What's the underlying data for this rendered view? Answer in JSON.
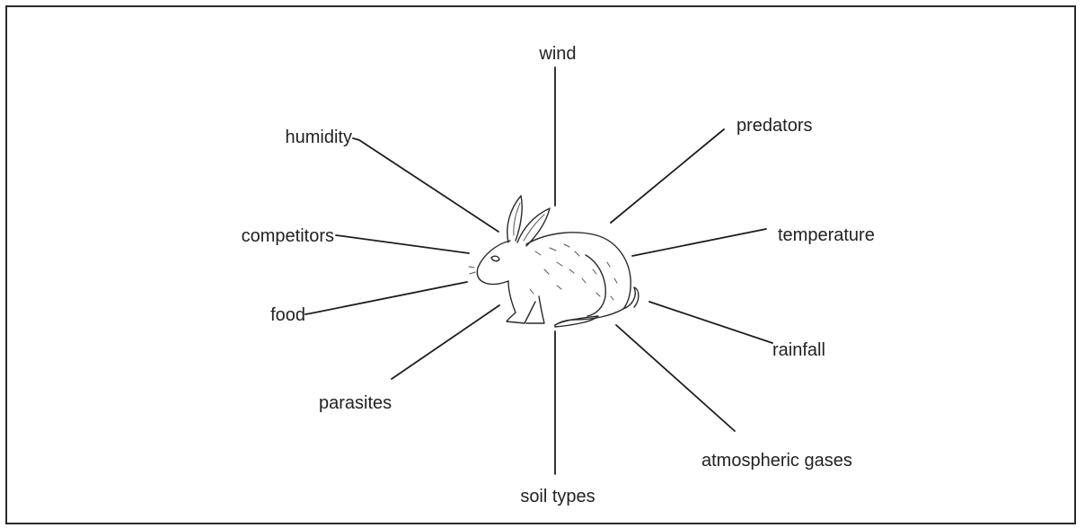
{
  "diagram": {
    "center_subject_icon": "rabbit-icon",
    "factors": [
      {
        "id": "wind",
        "label": "wind"
      },
      {
        "id": "predators",
        "label": "predators"
      },
      {
        "id": "temperature",
        "label": "temperature"
      },
      {
        "id": "rainfall",
        "label": "rainfall"
      },
      {
        "id": "atmospheric-gases",
        "label": "atmospheric gases"
      },
      {
        "id": "soil-types",
        "label": "soil types"
      },
      {
        "id": "parasites",
        "label": "parasites"
      },
      {
        "id": "food",
        "label": "food"
      },
      {
        "id": "competitors",
        "label": "competitors"
      },
      {
        "id": "humidity",
        "label": "humidity"
      }
    ]
  }
}
